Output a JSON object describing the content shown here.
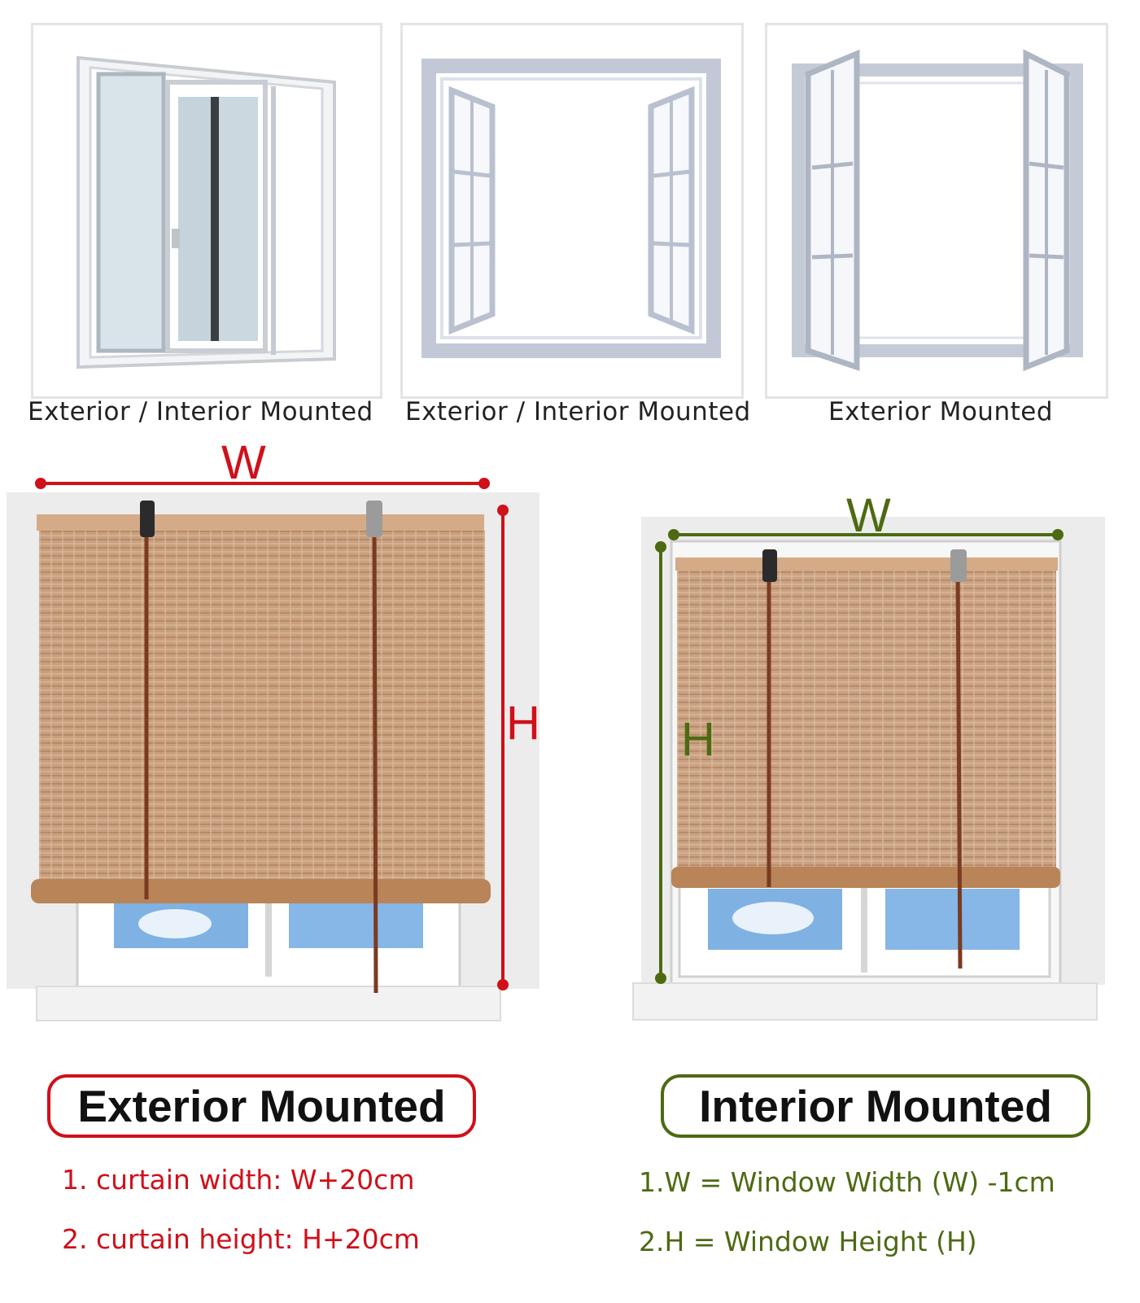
{
  "window_types": [
    {
      "caption": "Exterior / Interior Mounted"
    },
    {
      "caption": "Exterior / Interior Mounted"
    },
    {
      "caption": "Exterior Mounted"
    }
  ],
  "exterior": {
    "width_label": "W",
    "height_label": "H",
    "title": "Exterior Mounted",
    "notes": [
      "1. curtain width: W+20cm",
      "2. curtain height: H+20cm"
    ],
    "color": "#d0101a"
  },
  "interior": {
    "width_label": "W",
    "height_label": "H",
    "title": "Interior Mounted",
    "notes": [
      "1.W = Window Width (W) -1cm",
      "2.H = Window Height (H)"
    ],
    "color": "#4d6a12"
  }
}
